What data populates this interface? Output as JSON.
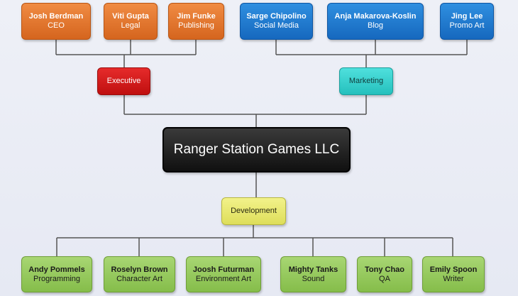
{
  "root": "Ranger Station Games LLC",
  "departments": {
    "executive": "Executive",
    "marketing": "Marketing",
    "development": "Development"
  },
  "executive_members": [
    {
      "name": "Josh Berdman",
      "role": "CEO"
    },
    {
      "name": "Viti Gupta",
      "role": "Legal"
    },
    {
      "name": "Jim Funke",
      "role": "Publishing"
    }
  ],
  "marketing_members": [
    {
      "name": "Sarge Chipolino",
      "role": "Social Media"
    },
    {
      "name": "Anja Makarova-Koslin",
      "role": "Blog"
    },
    {
      "name": "Jing Lee",
      "role": "Promo Art"
    }
  ],
  "development_members": [
    {
      "name": "Andy Pommels",
      "role": "Programming"
    },
    {
      "name": "Roselyn Brown",
      "role": "Character Art"
    },
    {
      "name": "Joosh Futurman",
      "role": "Environment Art"
    },
    {
      "name": "Mighty Tanks",
      "role": "Sound"
    },
    {
      "name": "Tony Chao",
      "role": "QA"
    },
    {
      "name": "Emily Spoon",
      "role": "Writer"
    }
  ],
  "colors": {
    "executive_members": "#e0712a",
    "marketing_members": "#1f78d1",
    "development_members": "#96c95c",
    "executive": "#d81a1a",
    "marketing": "#33cfcc",
    "development": "#e6e66e",
    "root": "#1a1a1a",
    "connector": "#555555"
  }
}
